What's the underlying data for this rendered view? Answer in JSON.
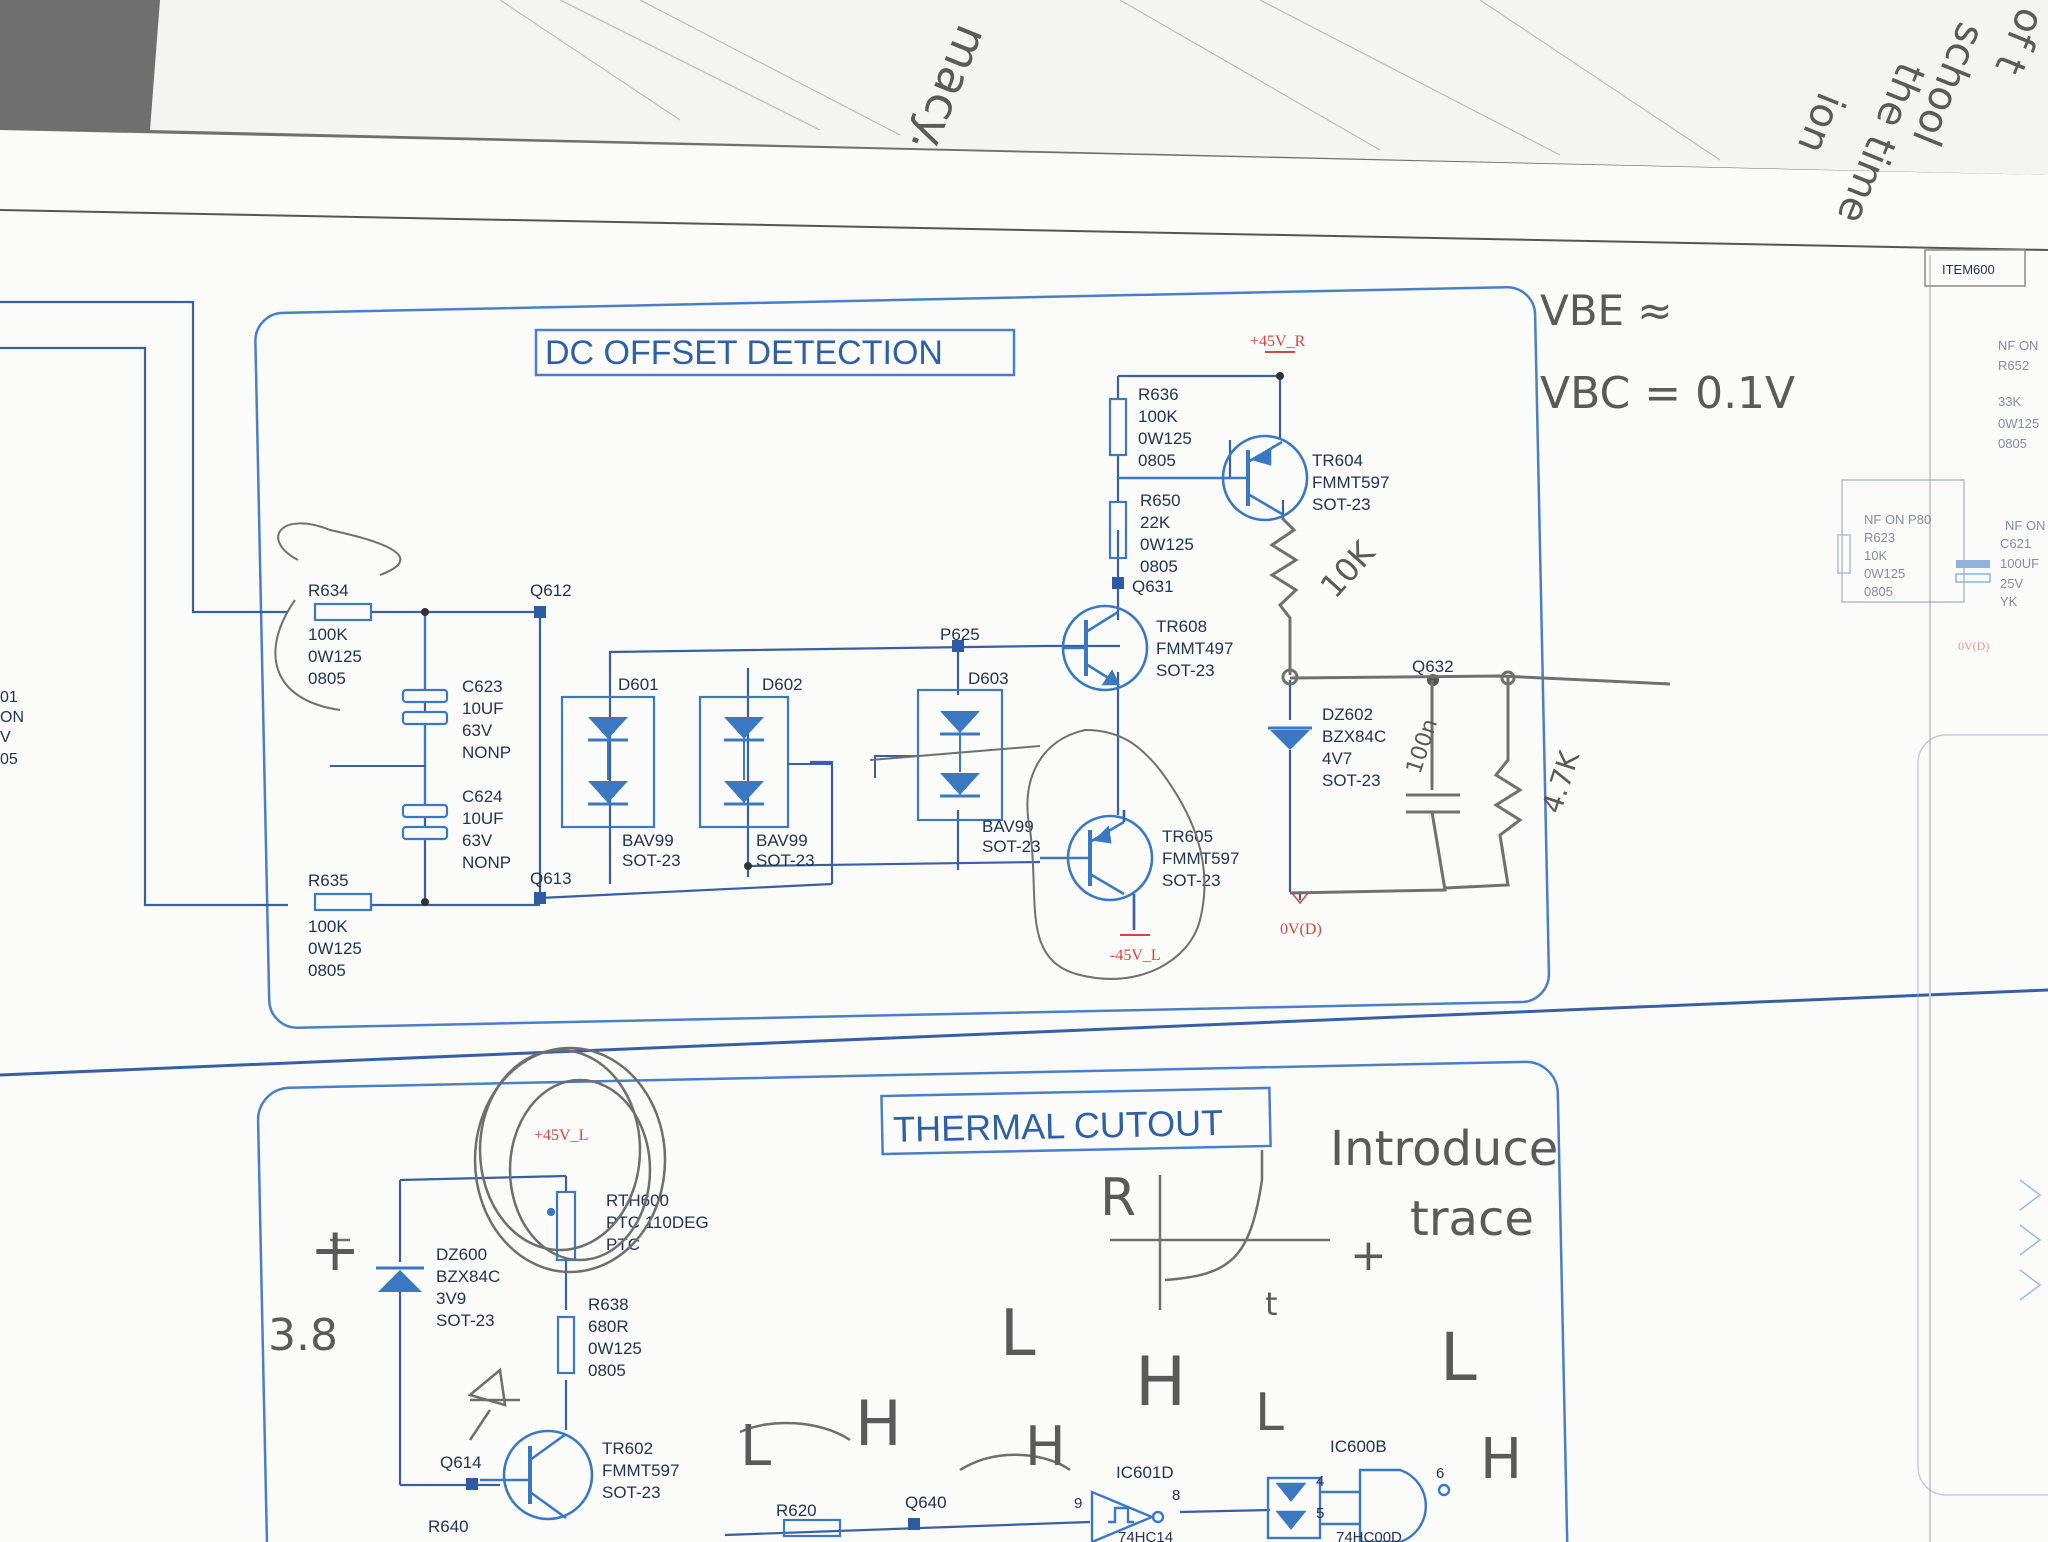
{
  "backdrop_text": {
    "line1": "macy.",
    "line2": "the time",
    "line3": "school",
    "line4": "ion",
    "line5": "of t"
  },
  "title_block": {
    "item_label": "ITEM600"
  },
  "sections": {
    "dc_offset": {
      "title": "DC OFFSET DETECTION",
      "power": {
        "pos": "+45V_R",
        "neg": "-45V_L",
        "ground": "0V(D)"
      },
      "resistors": {
        "r634": [
          "R634",
          "100K",
          "0W125",
          "0805"
        ],
        "r635": [
          "R635",
          "100K",
          "0W125",
          "0805"
        ],
        "r636": [
          "R636",
          "100K",
          "0W125",
          "0805"
        ],
        "r650": [
          "R650",
          "22K",
          "0W125",
          "0805"
        ]
      },
      "capacitors": {
        "c623": [
          "C623",
          "10UF",
          "63V",
          "NONP"
        ],
        "c624": [
          "C624",
          "10UF",
          "63V",
          "NONP"
        ]
      },
      "diodes": {
        "d601": {
          "ref": "D601",
          "part": "BAV99",
          "pkg": "SOT-23"
        },
        "d602": {
          "ref": "D602",
          "part": "BAV99",
          "pkg": "SOT-23"
        },
        "d603": {
          "ref": "D603",
          "part": "BAV99",
          "pkg": "SOT-23"
        },
        "dz602": [
          "DZ602",
          "BZX84C",
          "4V7",
          "SOT-23"
        ]
      },
      "transistors": {
        "tr604": [
          "TR604",
          "FMMT597",
          "SOT-23"
        ],
        "tr608": [
          "TR608",
          "FMMT497",
          "SOT-23"
        ],
        "tr605": [
          "TR605",
          "FMMT597",
          "SOT-23"
        ]
      },
      "nets": {
        "q612": "Q612",
        "q613": "Q613",
        "p625": "P625",
        "q631": "Q631",
        "q632": "Q632"
      }
    },
    "thermal": {
      "title": "THERMAL CUTOUT",
      "power": {
        "pos": "+45V_L"
      },
      "rth600": [
        "RTH600",
        "PTC 110DEG",
        "PTC"
      ],
      "dz600": [
        "DZ600",
        "BZX84C",
        "3V9",
        "SOT-23"
      ],
      "r638": [
        "R638",
        "680R",
        "0W125",
        "0805"
      ],
      "tr602": [
        "TR602",
        "FMMT597",
        "SOT-23"
      ],
      "labels": {
        "q614": "Q614",
        "r640": "R640",
        "r620": "R620",
        "q640": "Q640",
        "ic601d": "IC601D",
        "ic601_part": "74HC14",
        "pin9": "9",
        "pin8": "8",
        "ic600b": "IC600B",
        "ic600_part": "74HC00D",
        "pin4": "4",
        "pin5": "5",
        "pin6": "6"
      }
    },
    "right_margin": {
      "r652": [
        "NF ON",
        "R652",
        "33K",
        "0W125",
        "0805"
      ],
      "r623": [
        "NF ON P80",
        "R623",
        "10K",
        "0W125",
        "0805"
      ],
      "c621": [
        "NF ON",
        "C621",
        "100UF",
        "25V",
        "YK"
      ],
      "ground": "0V(D)"
    },
    "left_margin": [
      "01",
      "ON",
      "V",
      "05"
    ]
  },
  "handwriting": {
    "vbe": "VBE ≈",
    "vbc": "VBC = 0.1V",
    "r_10k": "10K",
    "r_47k": "4.7K",
    "c_100n": "100n",
    "introduce": "Introduce",
    "trace": "trace",
    "plus": "+",
    "R": "R",
    "t": "t",
    "L1": "L",
    "H1": "H",
    "L2": "L",
    "H2": "H",
    "L3": "L",
    "H3": "H",
    "L4": "L",
    "H4": "H",
    "v38": "3.8"
  }
}
